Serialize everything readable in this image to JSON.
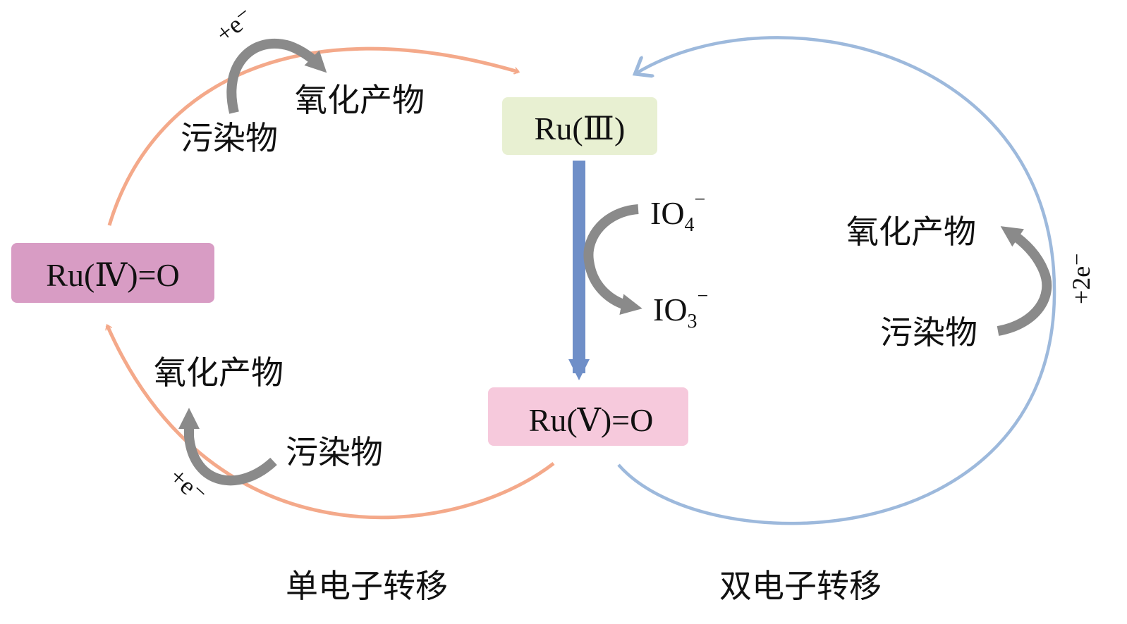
{
  "nodes": {
    "ru3": {
      "label": "Ru(Ⅲ)",
      "color": "#e8f0d2"
    },
    "ru4": {
      "label": "Ru(Ⅳ)=O",
      "color": "#d89cc4"
    },
    "ru5": {
      "label": "Ru(Ⅴ)=O",
      "color": "#f6c9dc"
    }
  },
  "oxidant": {
    "io4": "IO",
    "io4_sub": "4",
    "io4_sup": "−",
    "io3": "IO",
    "io3_sub": "3",
    "io3_sup": "−"
  },
  "single_electron": {
    "title": "单电子转移",
    "top_electron": "+e⁻",
    "bottom_electron": "+e⁻",
    "top_pollutant": "污染物",
    "top_product": "氧化产物",
    "bottom_pollutant": "污染物",
    "bottom_product": "氧化产物",
    "color": "#f4a98a"
  },
  "double_electron": {
    "title": "双电子转移",
    "electron": "+2e⁻",
    "pollutant": "污染物",
    "product": "氧化产物",
    "color": "#9db9dc"
  },
  "colors": {
    "main_arrow": "#6f8fc8",
    "gray_arrow": "#8a8a8a"
  }
}
